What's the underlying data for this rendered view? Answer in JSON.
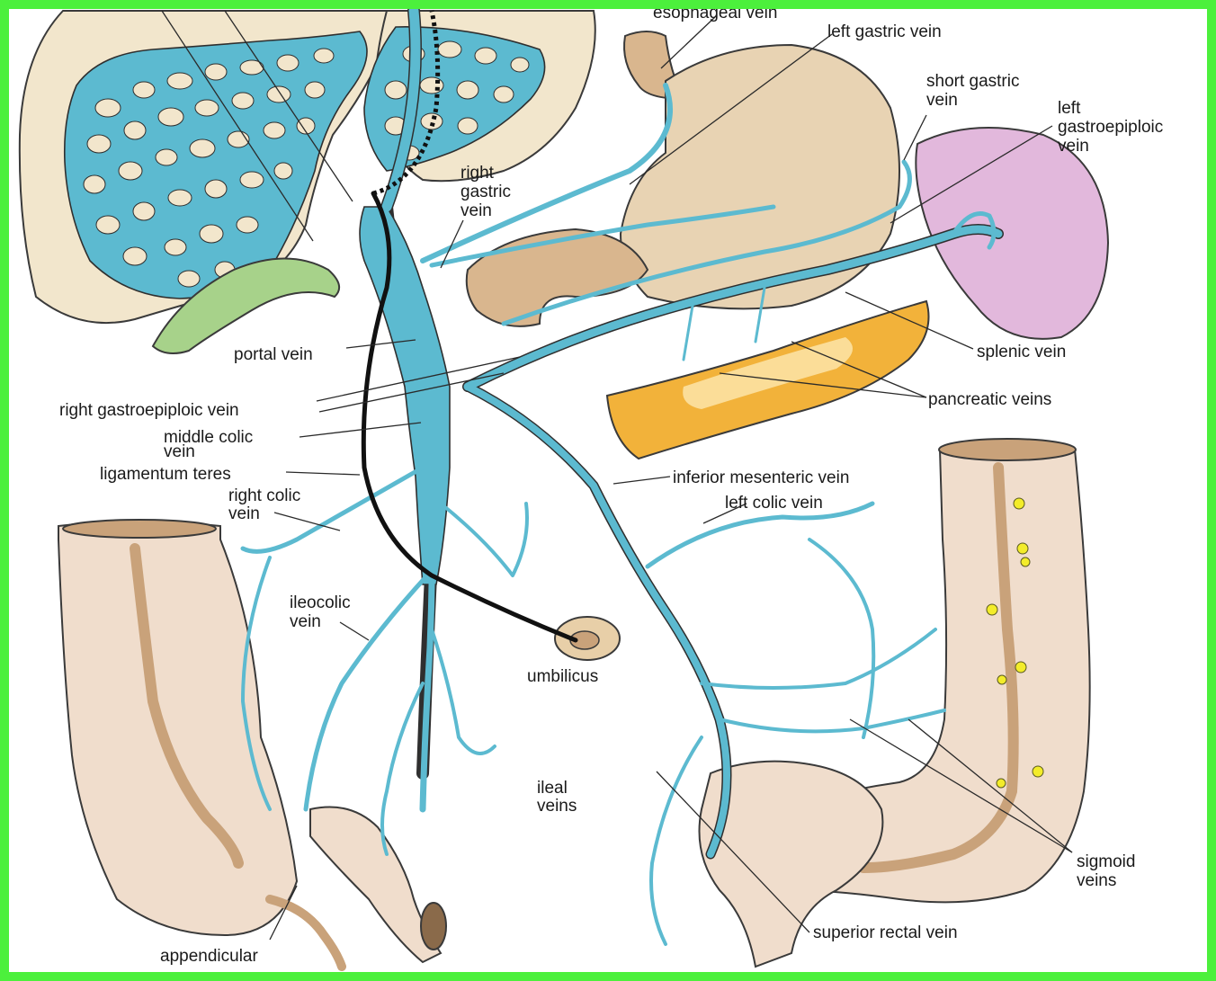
{
  "colors": {
    "border": "#4cf03c",
    "vein": "#5cbad0",
    "liver": "#f2e6cc",
    "stomach": "#e8d3b3",
    "stomach_body": "#d9b68e",
    "spleen": "#e2b8dc",
    "pancreas": "#f2b23a",
    "gallbladder": "#a7d28a",
    "colon": "#f0ddcc",
    "mucosa": "#c9a27a",
    "ligament": "#111111"
  },
  "labels": {
    "esophageal_vein": "esophageal vein",
    "left_gastric_vein": "left gastric vein",
    "short_gastric_vein": [
      "short gastric",
      "vein"
    ],
    "left_gastroepiploic_vein": [
      "left",
      "gastroepiploic",
      "vein"
    ],
    "right_gastric_vein": [
      "right",
      "gastric",
      "vein"
    ],
    "portal_vein": "portal vein",
    "splenic_vein": "splenic vein",
    "pancreatic_veins": "pancreatic veins",
    "right_gastroepiploic_vein": "right gastroepiploic vein",
    "middle_colic_vein": [
      "middle colic",
      "vein"
    ],
    "ligamentum_teres": "ligamentum teres",
    "inferior_mesenteric_vein": "inferior mesenteric vein",
    "right_colic_vein": [
      "right colic",
      "vein"
    ],
    "left_colic_vein": "left colic vein",
    "ileocolic_vein": [
      "ileocolic",
      "vein"
    ],
    "umbilicus": "umbilicus",
    "ileal_veins": [
      "ileal",
      "veins"
    ],
    "sigmoid_veins": [
      "sigmoid",
      "veins"
    ],
    "superior_rectal_vein": "superior rectal vein",
    "appendicular": "appendicular"
  }
}
